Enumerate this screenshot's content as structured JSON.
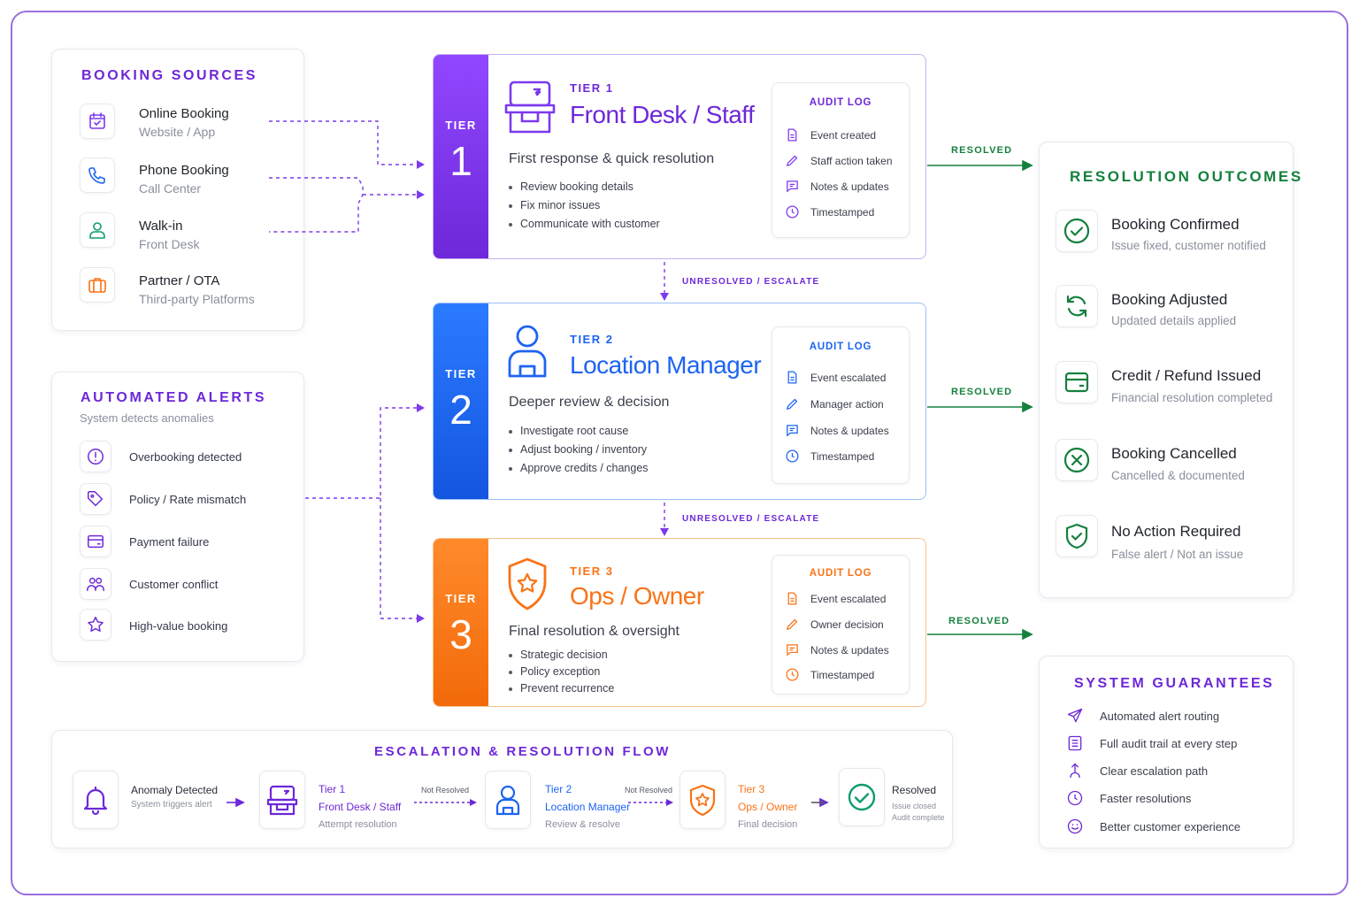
{
  "booking_sources": {
    "title": "BOOKING SOURCES",
    "items": [
      {
        "title": "Online Booking",
        "sub": "Website / App",
        "icon": "calendar-check-icon"
      },
      {
        "title": "Phone Booking",
        "sub": "Call Center",
        "icon": "phone-icon"
      },
      {
        "title": "Walk-in",
        "sub": "Front Desk",
        "icon": "person-icon"
      },
      {
        "title": "Partner / OTA",
        "sub": "Third-party Platforms",
        "icon": "briefcase-icon"
      }
    ]
  },
  "automated_alerts": {
    "title": "AUTOMATED ALERTS",
    "subtitle": "System detects anomalies",
    "items": [
      {
        "label": "Overbooking detected",
        "icon": "alert-circle-icon"
      },
      {
        "label": "Policy / Rate mismatch",
        "icon": "tag-icon"
      },
      {
        "label": "Payment failure",
        "icon": "credit-card-icon"
      },
      {
        "label": "Customer conflict",
        "icon": "users-icon"
      },
      {
        "label": "High-value booking",
        "icon": "star-icon"
      }
    ]
  },
  "tiers": [
    {
      "band_word": "TIER",
      "band_num": "1",
      "label": "TIER 1",
      "name": "Front Desk / Staff",
      "desc": "First response & quick resolution",
      "bullets": [
        "Review booking details",
        "Fix minor issues",
        "Communicate with customer"
      ],
      "audit_title": "AUDIT LOG",
      "audit": [
        "Event created",
        "Staff action taken",
        "Notes & updates",
        "Timestamped"
      ],
      "color": "#7c3aed"
    },
    {
      "band_word": "TIER",
      "band_num": "2",
      "label": "TIER 2",
      "name": "Location Manager",
      "desc": "Deeper review & decision",
      "bullets": [
        "Investigate root cause",
        "Adjust booking / inventory",
        "Approve credits / changes"
      ],
      "audit_title": "AUDIT LOG",
      "audit": [
        "Event escalated",
        "Manager action",
        "Notes & updates",
        "Timestamped"
      ],
      "color": "#1d64f2"
    },
    {
      "band_word": "TIER",
      "band_num": "3",
      "label": "TIER 3",
      "name": "Ops / Owner",
      "desc": "Final resolution & oversight",
      "bullets": [
        "Strategic decision",
        "Policy exception",
        "Prevent recurrence"
      ],
      "audit_title": "AUDIT LOG",
      "audit": [
        "Event escalated",
        "Owner decision",
        "Notes & updates",
        "Timestamped"
      ],
      "color": "#f97316"
    }
  ],
  "flow_labels": {
    "resolved": "RESOLVED",
    "escalate": "UNRESOLVED / ESCALATE"
  },
  "resolution_outcomes": {
    "title": "RESOLUTION OUTCOMES",
    "items": [
      {
        "title": "Booking Confirmed",
        "sub": "Issue fixed, customer notified",
        "icon": "check-circle-icon"
      },
      {
        "title": "Booking Adjusted",
        "sub": "Updated details applied",
        "icon": "refresh-icon"
      },
      {
        "title": "Credit / Refund Issued",
        "sub": "Financial resolution completed",
        "icon": "wallet-icon"
      },
      {
        "title": "Booking Cancelled",
        "sub": "Cancelled & documented",
        "icon": "x-circle-icon"
      },
      {
        "title": "No Action Required",
        "sub": "False alert / Not an issue",
        "icon": "shield-check-icon"
      }
    ]
  },
  "system_guarantees": {
    "title": "SYSTEM GUARANTEES",
    "items": [
      {
        "label": "Automated alert routing",
        "icon": "send-icon"
      },
      {
        "label": "Full audit trail at every step",
        "icon": "list-icon"
      },
      {
        "label": "Clear escalation path",
        "icon": "escalate-icon"
      },
      {
        "label": "Faster resolutions",
        "icon": "clock-icon"
      },
      {
        "label": "Better customer experience",
        "icon": "smile-icon"
      }
    ]
  },
  "flow": {
    "title": "ESCALATION & RESOLUTION FLOW",
    "steps": [
      {
        "title": "Anomaly Detected",
        "sub": "System triggers alert",
        "icon": "bell-icon"
      },
      {
        "title1": "Tier 1",
        "title2": "Front Desk / Staff",
        "sub": "Attempt resolution",
        "icon": "desk-icon"
      },
      {
        "title1": "Tier 2",
        "title2": "Location Manager",
        "sub": "Review & resolve",
        "icon": "manager-icon"
      },
      {
        "title1": "Tier 3",
        "title2": "Ops / Owner",
        "sub": "Final decision",
        "icon": "shield-star-icon"
      },
      {
        "title": "Resolved",
        "sub1": "Issue closed",
        "sub2": "Audit complete",
        "icon": "check-circle-icon"
      }
    ],
    "not_resolved": "Not Resolved"
  },
  "colors": {
    "purple": "#7c3aed",
    "blue": "#1d64f2",
    "orange": "#f97316",
    "green": "#15803d",
    "teal": "#0f9d6b"
  }
}
